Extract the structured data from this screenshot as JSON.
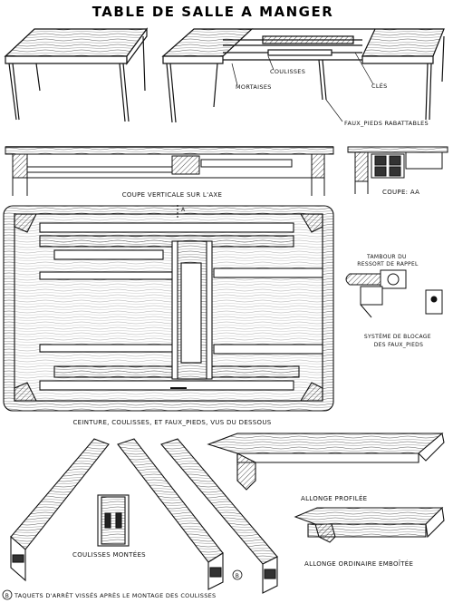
{
  "title": "TABLE DE SALLE A MANGER",
  "labels": {
    "coulisses": "COULISSES",
    "mortaises": "MORTAISES",
    "cles": "CLÉS",
    "faux_pieds": "FAUX_PIEDS RABATTABLES",
    "coupe_verticale": "COUPE VERTICALE SUR L'AXE",
    "coupe_aa": "COUPE: AA",
    "section_a": "A",
    "tambour": "TAMBOUR DU\nRESSORT DE RAPPEL",
    "systeme": "SYSTÈME DE BLOCAGE\nDES FAUX_PIEDS",
    "ceinture": "CEINTURE, COULISSES, ET FAUX_PIEDS, VUS DU DESSOUS",
    "allonge_profilee": "ALLONGE PROFILÉE",
    "allonge_ordinaire": "ALLONGE ORDINAIRE EMBOÎTÉE",
    "coulisses_montees": "COULISSES MONTÉES",
    "marker_b": "B",
    "taquets": "TAQUETS D'ARRÊT VISSÉS APRÈS LE MONTAGE DES COULISSES"
  }
}
